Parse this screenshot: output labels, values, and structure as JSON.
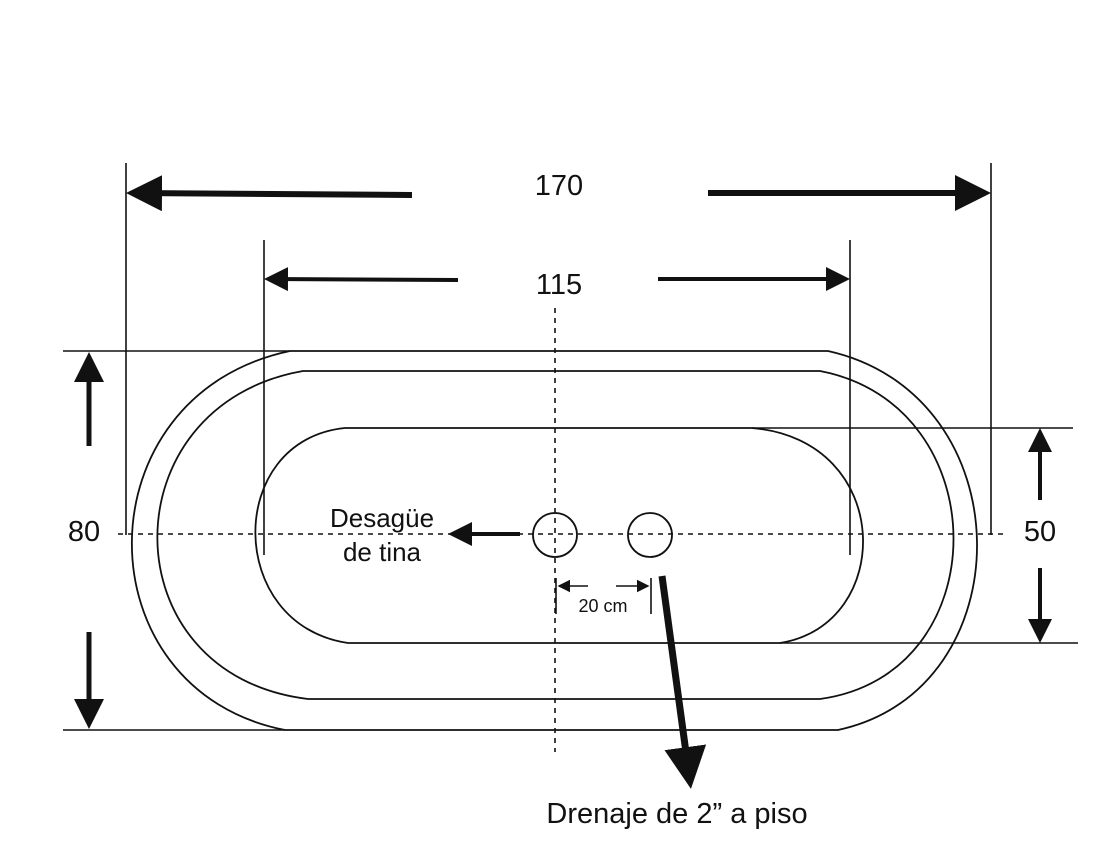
{
  "dimensions": {
    "outer_length": "170",
    "inner_length": "115",
    "outer_width": "80",
    "inner_width": "50",
    "drain_spacing": "20 cm"
  },
  "labels": {
    "tub_drain_line1": "Desagüe",
    "tub_drain_line2": "de tina",
    "floor_drain": "Drenaje de 2” a piso"
  },
  "colors": {
    "stroke": "#111111",
    "background": "#ffffff"
  }
}
